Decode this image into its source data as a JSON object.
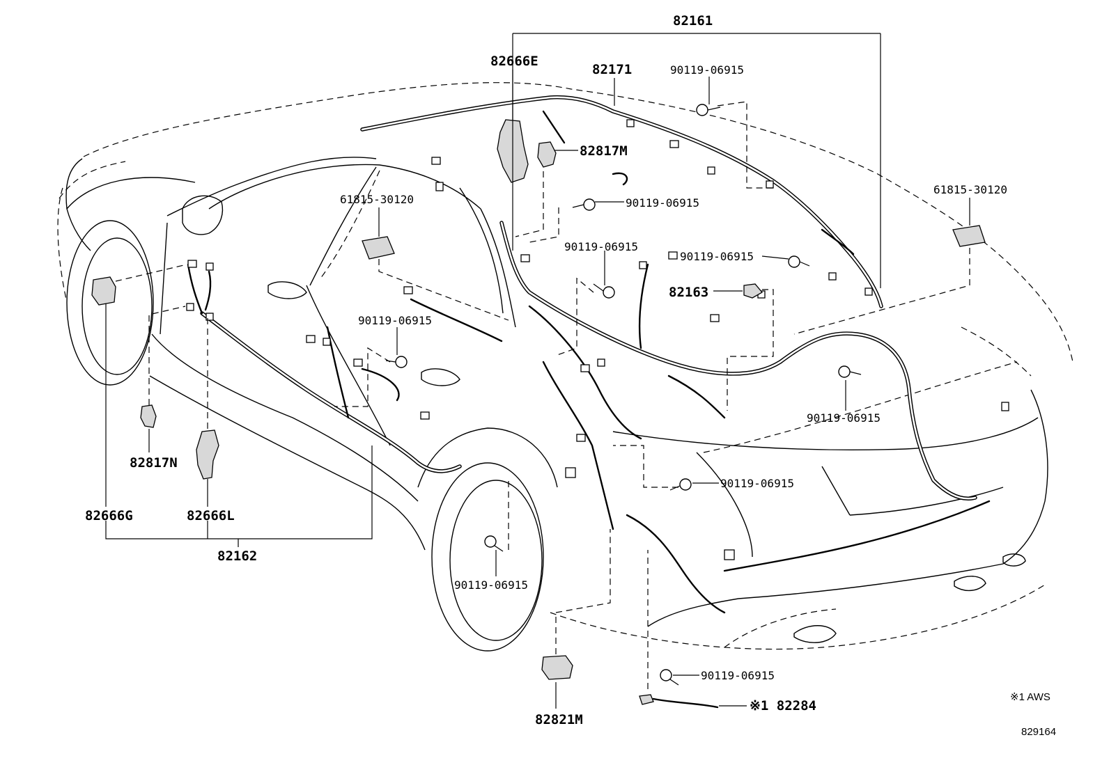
{
  "labels": {
    "p82161": "82161",
    "p82666E": "82666E",
    "p82171": "82171",
    "bolt_top_right": "90119-06915",
    "p82817M": "82817M",
    "bolt_center_upper": "90119-06915",
    "p61815_left": "61815-30120",
    "p61815_right": "61815-30120",
    "bolt_center_mid": "90119-06915",
    "bolt_right_upper": "90119-06915",
    "p82163": "82163",
    "bolt_left_mid": "90119-06915",
    "bolt_right_mid": "90119-06915",
    "p82817N": "82817N",
    "bolt_center_lower": "90119-06915",
    "p82666G": "82666G",
    "p82666L": "82666L",
    "p82162": "82162",
    "bolt_front_wheel": "90119-06915",
    "bolt_bottom": "90119-06915",
    "p82821M": "82821M",
    "p82284": "※1 82284"
  },
  "notes": {
    "footnote": "※1 AWS",
    "illustration_number": "829164"
  },
  "colors": {
    "line": "#000000",
    "background": "#ffffff",
    "part_fill": "#d8d8d8"
  }
}
